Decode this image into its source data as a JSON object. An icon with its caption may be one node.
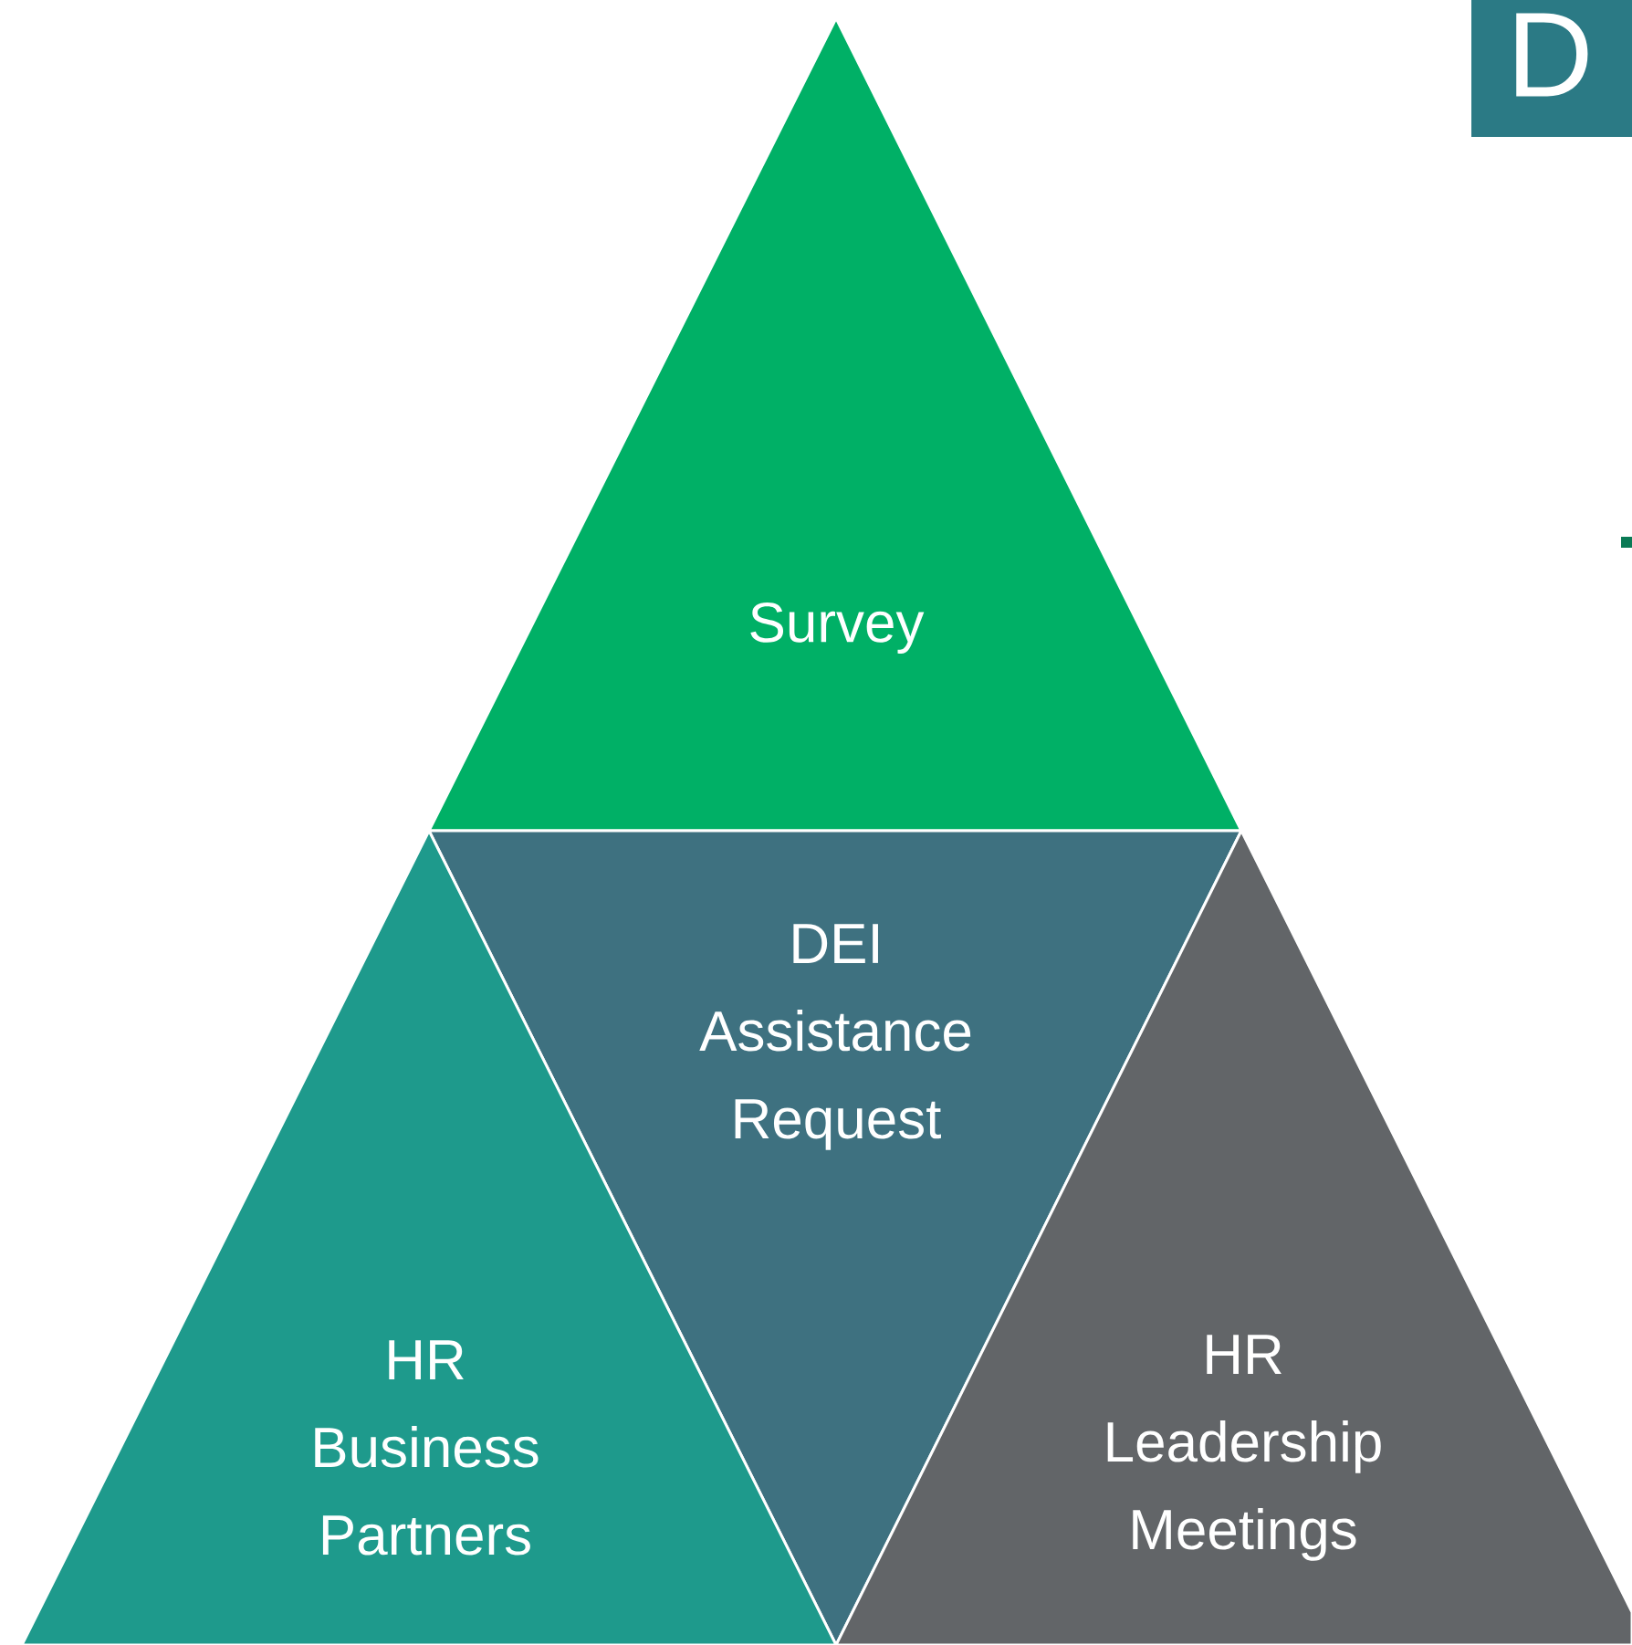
{
  "diagram": {
    "nodes": [
      {
        "text": [
          "Survey"
        ]
      },
      {
        "text": [
          "DEI Assistance Request"
        ]
      },
      {
        "text": [
          "HR Business Partners"
        ]
      },
      {
        "text": [
          "HR Leadership Meetings"
        ]
      },
      {
        "text": [
          "D"
        ]
      }
    ]
  }
}
